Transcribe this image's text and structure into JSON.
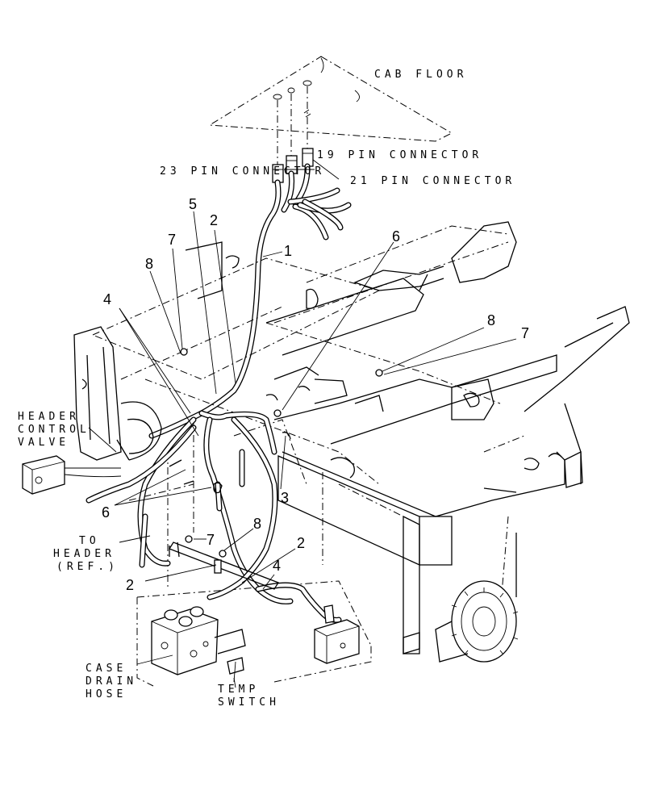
{
  "labels": {
    "cab_floor": "CAB FLOOR",
    "pin19": "19 PIN CONNECTOR",
    "pin23": "23 PIN CONNECTOR",
    "pin21": "21 PIN CONNECTOR",
    "header_control_valve": [
      "HEADER",
      "CONTROL",
      "VALVE"
    ],
    "to_header": [
      "TO",
      "HEADER",
      "(REF.)"
    ],
    "case_drain_hose": [
      "CASE",
      "DRAIN",
      "HOSE"
    ],
    "temp_switch": [
      "TEMP",
      "SWITCH"
    ]
  },
  "callouts": [
    "1",
    "2",
    "2",
    "2",
    "3",
    "4",
    "4",
    "5",
    "6",
    "6",
    "7",
    "7",
    "7",
    "8",
    "8",
    "8"
  ]
}
